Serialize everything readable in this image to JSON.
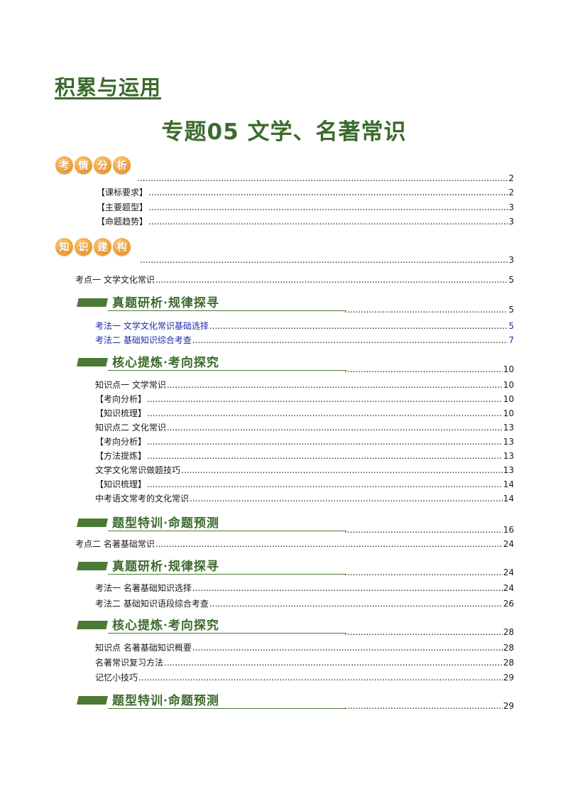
{
  "series_title": "积累与运用",
  "doc_title": "专题05  文学、名著常识",
  "badges": {
    "kaoqing": [
      "考",
      "情",
      "分",
      "析"
    ],
    "zhishi": [
      "知",
      "识",
      "建",
      "构"
    ]
  },
  "banners": {
    "zhenti": "真题研析·规律探寻",
    "hexin": "核心提炼·考向探究",
    "tixing": "题型特训·命题预测"
  },
  "toc": {
    "kaoqing_page": "2",
    "kaoqing_items": [
      {
        "label": "【课标要求】",
        "page": "2"
      },
      {
        "label": "【主要题型】",
        "page": "3"
      },
      {
        "label": "【命题趋势】",
        "page": "3"
      }
    ],
    "zhishi_page": "3",
    "kaodian1": {
      "label": "考点一    文学文化常识",
      "page": "5"
    },
    "zhenti1_page": "5",
    "kaofa1": [
      {
        "label": "考法一  文学文化常识基础选择",
        "page": "5"
      },
      {
        "label": "考法二  基础知识综合考查",
        "page": "7"
      }
    ],
    "hexin1_page": "10",
    "zhishidian1": [
      {
        "label": "知识点一  文学常识",
        "page": "10"
      },
      {
        "label": "【考向分析】",
        "page": "10"
      },
      {
        "label": "【知识梳理】",
        "page": "10"
      },
      {
        "label": "知识点二  文化常识",
        "page": "13"
      },
      {
        "label": "【考向分析】",
        "page": "13"
      },
      {
        "label": "【方法提炼】",
        "page": "13"
      },
      {
        "label": "文学文化常识做题技巧",
        "page": "13"
      },
      {
        "label": "【知识梳理】",
        "page": "14"
      },
      {
        "label": "中考语文常考的文化常识",
        "page": "14"
      }
    ],
    "tixing1_page": "16",
    "kaodian2": {
      "label": "考点二    名著基础常识",
      "page": "24"
    },
    "zhenti2_page": "24",
    "kaofa2": [
      {
        "label": "考法一  名著基础知识选择",
        "page": "24"
      },
      {
        "label": "考法二  基础知识语段综合考查",
        "page": "26"
      }
    ],
    "hexin2_page": "28",
    "zhishidian2": [
      {
        "label": "知识点  名著基础知识概要",
        "page": "28"
      },
      {
        "label": "名著常识复习方法",
        "page": "28"
      },
      {
        "label": "记忆小技巧",
        "page": "29"
      }
    ],
    "tixing2_page": "29"
  }
}
